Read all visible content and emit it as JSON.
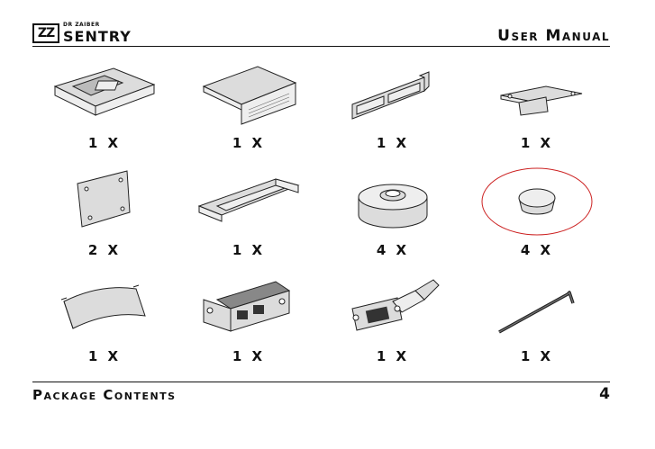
{
  "header": {
    "logo_box": "ZZ",
    "logo_small": "DR ZAIBER",
    "logo_big": "SENTRY",
    "title": "User Manual"
  },
  "items": [
    {
      "qty": "1 X",
      "icon": "chassis-tray-icon"
    },
    {
      "qty": "1 X",
      "icon": "case-cover-icon"
    },
    {
      "qty": "1 X",
      "icon": "pci-bracket-icon"
    },
    {
      "qty": "1 X",
      "icon": "mounting-bracket-icon"
    },
    {
      "qty": "2 X",
      "icon": "mounting-plate-icon"
    },
    {
      "qty": "1 X",
      "icon": "drive-bracket-icon"
    },
    {
      "qty": "4 X",
      "icon": "rubber-foot-icon"
    },
    {
      "qty": "4 X",
      "icon": "rubber-cap-icon"
    },
    {
      "qty": "1 X",
      "icon": "curved-clip-icon"
    },
    {
      "qty": "1 X",
      "icon": "port-module-icon"
    },
    {
      "qty": "1 X",
      "icon": "power-socket-icon"
    },
    {
      "qty": "1 X",
      "icon": "hex-key-icon"
    }
  ],
  "highlight_color": "#cc2222",
  "footer": {
    "title": "Package Contents",
    "page": "4"
  }
}
